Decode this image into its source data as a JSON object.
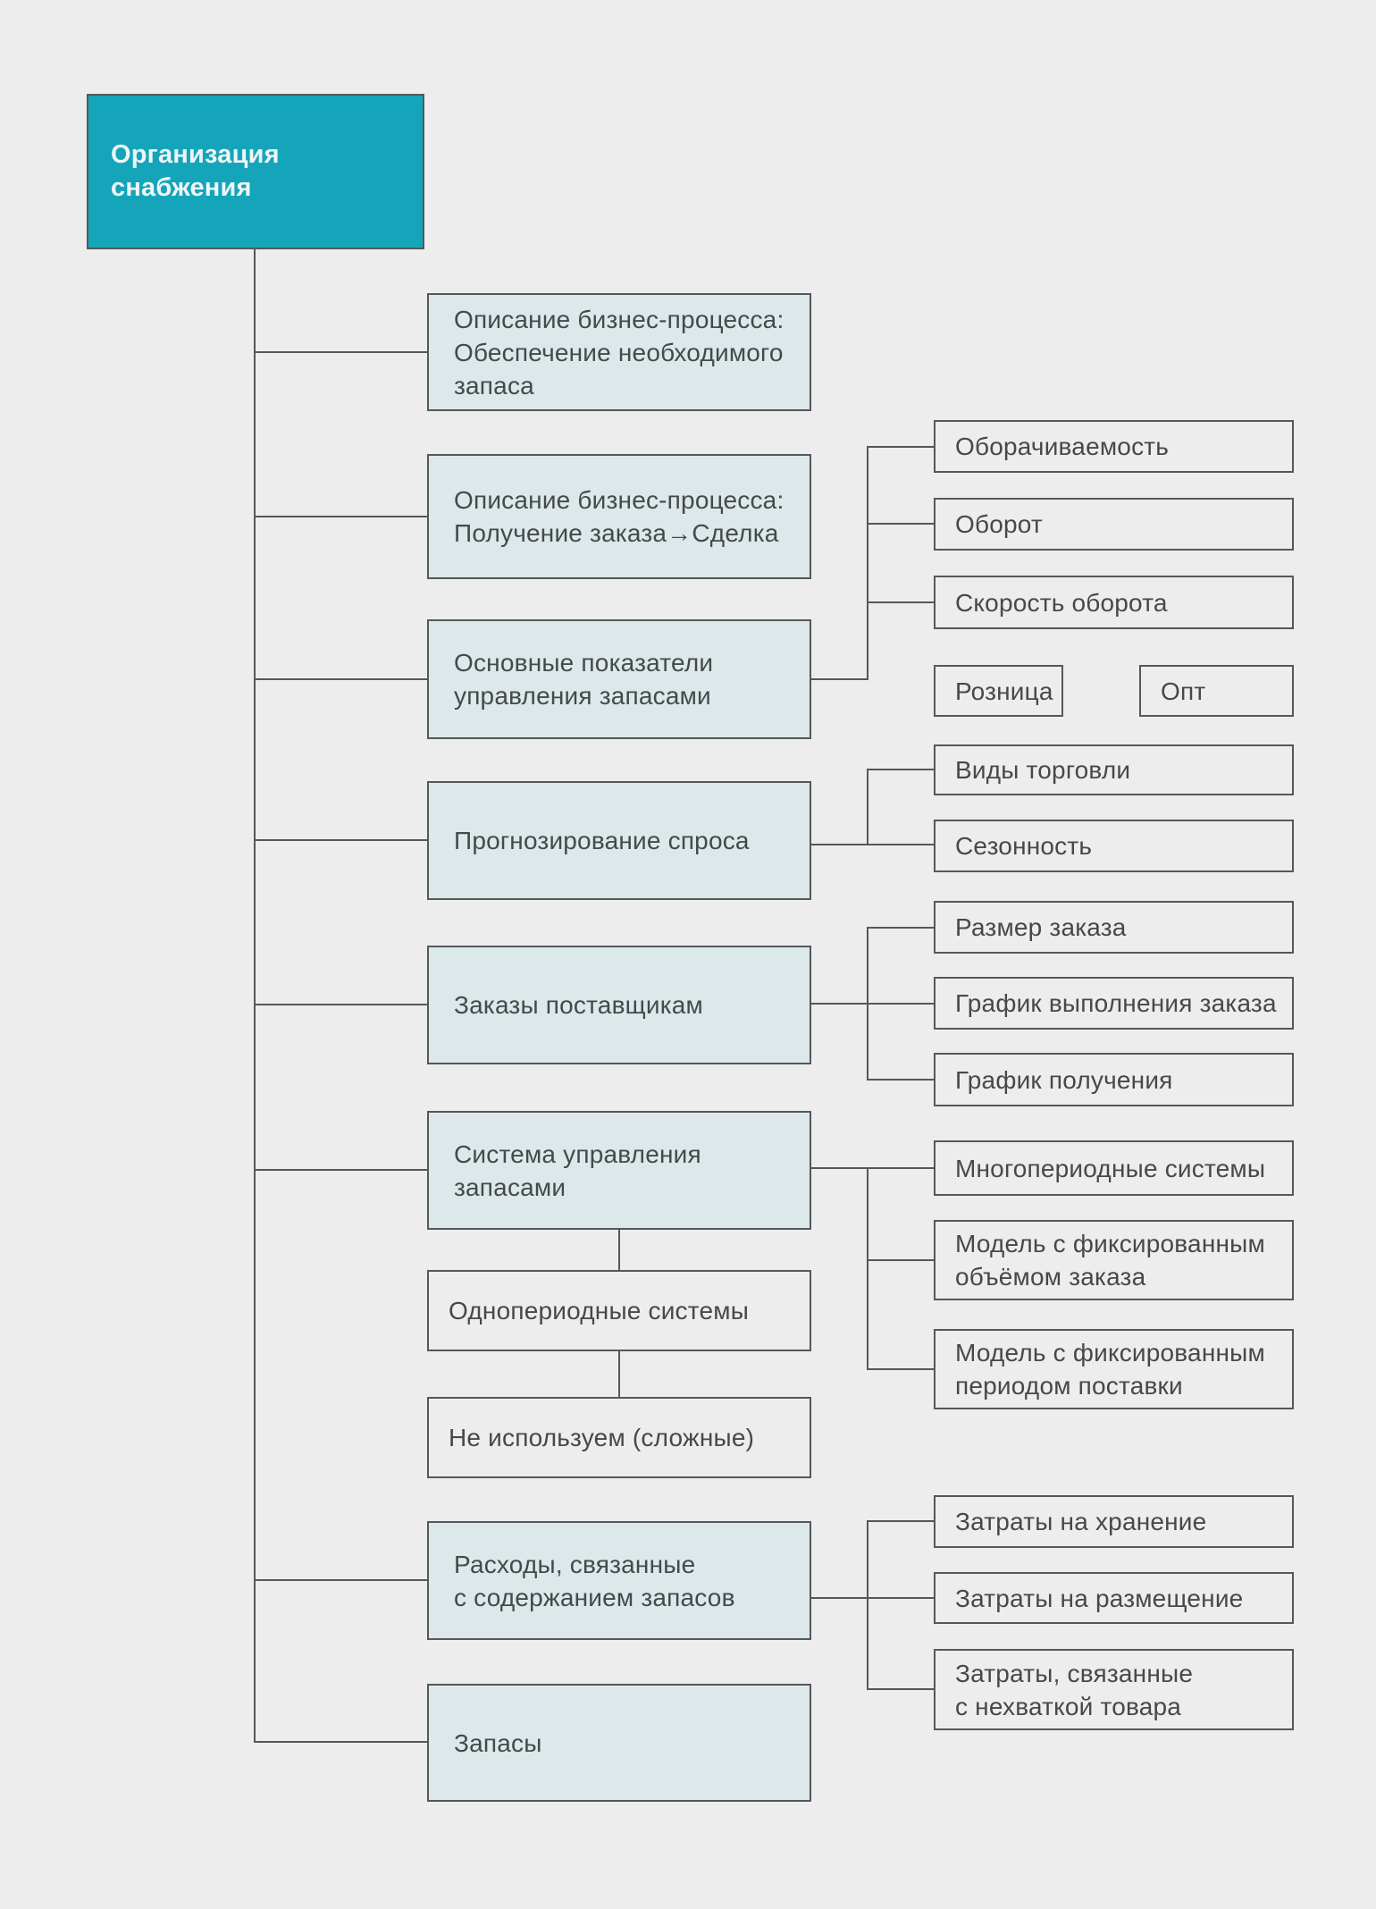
{
  "palette": {
    "page_bg": "#ededed",
    "root_fill": "#14a5ba",
    "root_text": "#eff5f6",
    "branch_fill": "#dce8ea",
    "leaf_fill": "#ededed",
    "border": "#54585a",
    "connector": "#54585a",
    "text": "#45494b"
  },
  "root": {
    "label": "Организация снабжения"
  },
  "branches": {
    "desc_stock": {
      "label": "Описание бизнес-процесса:\nОбеспечение необходимого\nзапаса"
    },
    "desc_order": {
      "label": "Описание бизнес-процесса:\nПолучение заказа→Сделка"
    },
    "indicators": {
      "label": "Основные показатели\nуправления запасами"
    },
    "forecast": {
      "label": "Прогнозирование спроса"
    },
    "supplier_orders": {
      "label": "Заказы поставщикам"
    },
    "inventory_system": {
      "label": "Система управления\nзапасами"
    },
    "single_period": {
      "label": "Однопериодные системы"
    },
    "not_used": {
      "label": "Не используем (сложные)"
    },
    "costs": {
      "label": "Расходы, связанные\nс содержанием запасов"
    },
    "stock": {
      "label": "Запасы"
    }
  },
  "leaves": {
    "turnover_rate": {
      "label": "Оборачиваемость"
    },
    "turnover": {
      "label": "Оборот"
    },
    "turnover_speed": {
      "label": "Скорость оборота"
    },
    "retail": {
      "label": "Розница"
    },
    "wholesale": {
      "label": "Опт"
    },
    "trade_types": {
      "label": "Виды торговли"
    },
    "seasonality": {
      "label": "Сезонность"
    },
    "order_size": {
      "label": "Размер заказа"
    },
    "order_fulfillment_schedule": {
      "label": "График выполнения заказа"
    },
    "receipt_schedule": {
      "label": "График получения"
    },
    "multi_period": {
      "label": "Многопериодные системы"
    },
    "fixed_order_volume": {
      "label": "Модель с фиксированным\nобъёмом заказа"
    },
    "fixed_supply_period": {
      "label": "Модель с фиксированным\nпериодом поставки"
    },
    "storage_costs": {
      "label": "Затраты на хранение"
    },
    "placement_costs": {
      "label": "Затраты на размещение"
    },
    "shortage_costs": {
      "label": "Затраты, связанные\nс нехваткой товара"
    }
  }
}
